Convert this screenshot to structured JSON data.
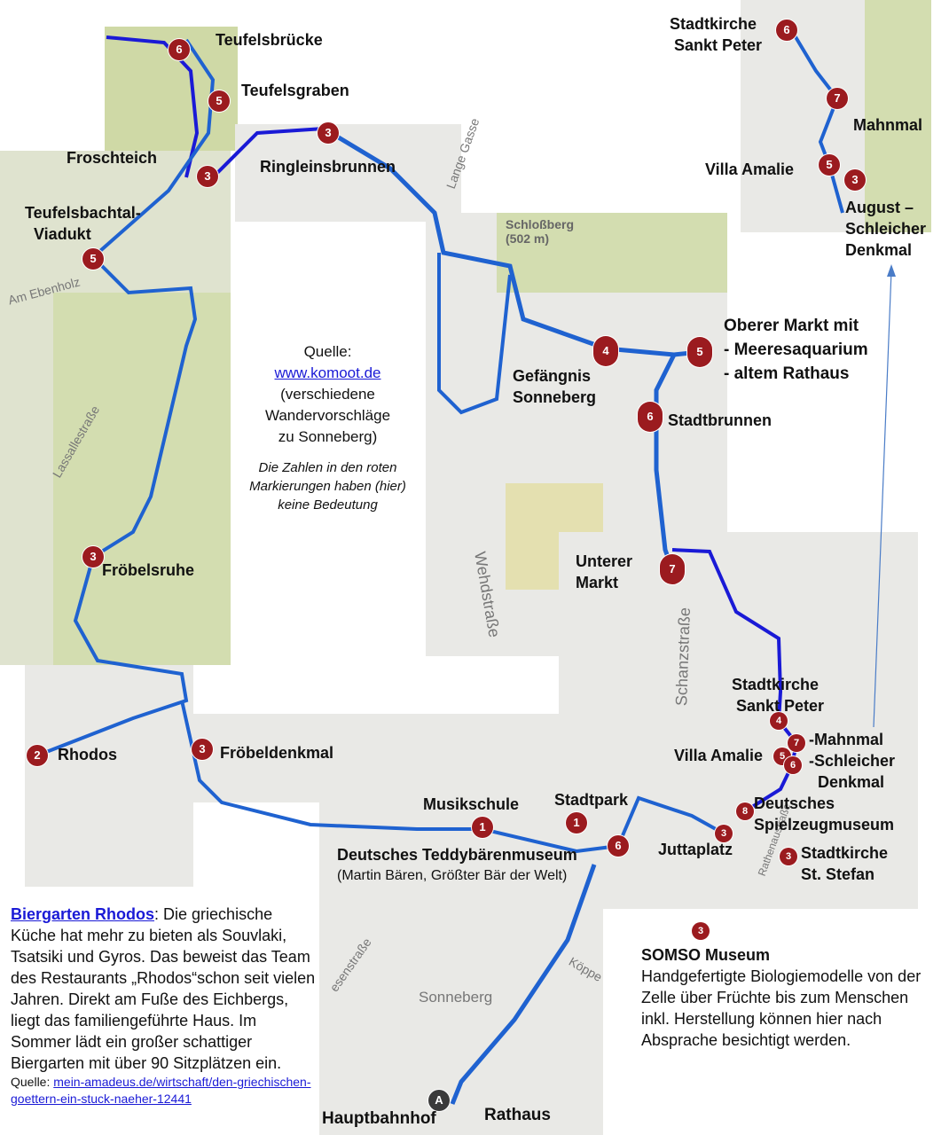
{
  "labels": {
    "teufelsbruecke": "Teufelsbrücke",
    "teufelsgraben": "Teufelsgraben",
    "froschteich": "Froschteich",
    "ringleinsbrunnen": "Ringleinsbrunnen",
    "viadukt": "Teufelsbachtal-\n  Viadukt",
    "froebelsruhe": "Fröbelsruhe",
    "rhodos": "Rhodos",
    "froebeldenkmal": "Fröbeldenkmal",
    "musikschule": "Musikschule",
    "stadtpark": "Stadtpark",
    "teddy": "Deutsches Teddybärenmuseum",
    "teddy_sub": "(Martin Bären, Größter Bär der Welt)",
    "juttaplatz": "Juttaplatz",
    "stefan": "Stadtkirche\nSt. Stefan",
    "spielzeug": "Deutsches\nSpielzeugmuseum",
    "villa": "Villa Amalie",
    "mahnmal_list": "-Mahnmal\n-Schleicher\n  Denkmal",
    "peter": "Stadtkirche\n Sankt Peter",
    "unterer": "Unterer\nMarkt",
    "stadtbrunnen": "Stadtbrunnen",
    "gefaengnis": "Gefängnis\nSonneberg",
    "oberer": "Oberer Markt mit\n- Meeresaquarium\n- altem Rathaus",
    "inset_peter": "Stadtkirche\n Sankt Peter",
    "inset_mahnmal": "Mahnmal",
    "inset_villa": "Villa Amalie",
    "inset_august": "August –\nSchleicher\nDenkmal",
    "hauptbahnhof": "Hauptbahnhof",
    "rathaus": "Rathaus"
  },
  "streets": {
    "lange_gasse": "Lange Gasse",
    "schlossberg": "Schloßberg\n(502 m)",
    "ebenholz": "Am Ebenholz",
    "lassalle": "Lassallestraße",
    "wehd": "Wehdstraße",
    "schanz": "Schanzstraße",
    "rathenau": "Rathenaustraße",
    "koeppel": "Köppe",
    "sonneberg": "Sonneberg",
    "wiesen": "esenstraße"
  },
  "markers": [
    "6",
    "5",
    "3",
    "3",
    "5",
    "3",
    "2",
    "3",
    "1",
    "1",
    "6",
    "4",
    "5",
    "6",
    "7",
    "4",
    "7",
    "5",
    "6",
    "8",
    "3",
    "3",
    "3",
    "6",
    "7",
    "5",
    "3",
    "A"
  ],
  "source_box": {
    "quelle": "Quelle:",
    "link": "www.komoot.de",
    "line1": "(verschiedene",
    "line2": "Wandervorschläge",
    "line3": "zu Sonneberg)",
    "note": "Die Zahlen in den roten Markierungen haben (hier) keine Bedeutung"
  },
  "rhodos_box": {
    "title": "Biergarten Rhodos",
    "text": ": Die griechische Küche hat mehr zu bieten als Souvlaki, Tsatsiki und Gyros. Das beweist das Team des Restaurants „Rhodos“schon seit vielen Jahren. Direkt am Fuße des Eichbergs, liegt das familiengeführte Haus. Im Sommer lädt ein großer schattiger Biergarten mit über 90 Sitzplätzen ein.",
    "source_label": "Quelle: ",
    "source_link": "mein-amadeus.de/wirtschaft/den-griechischen-goettern-ein-stuck-naeher-12441"
  },
  "somso_box": {
    "title": "SOMSO Museum",
    "text": "Handgefertigte Biologiemodelle von der Zelle über Früchte bis zum Menschen inkl. Herstellung können hier nach Absprache besichtigt werden."
  },
  "colors": {
    "route": "#1f62d0",
    "route_dark": "#1a1ad6",
    "marker": "#9b1b1f"
  }
}
